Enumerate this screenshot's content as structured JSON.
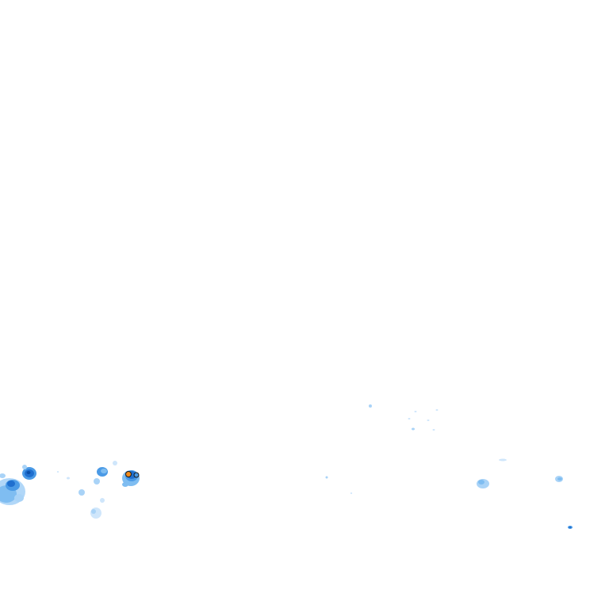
{
  "radar_layer": {
    "background": "#ffffff",
    "intensity_colors": {
      "very_light": "#cfe6fb",
      "light": "#a9d3f7",
      "light_moderate": "#7fbdf1",
      "moderate": "#4a9ae6",
      "heavy": "#1f6fcf",
      "very_heavy": "#0b4fa8",
      "intense": "#f08a1c",
      "core": "#1a1a1a"
    },
    "cells": [
      {
        "id": "west-edge-cluster",
        "max_intensity": "heavy"
      },
      {
        "id": "west-small-cell",
        "max_intensity": "very_heavy"
      },
      {
        "id": "center-west-cell",
        "max_intensity": "light_moderate"
      },
      {
        "id": "center-west-scatter",
        "max_intensity": "light"
      },
      {
        "id": "core-storm-cell",
        "max_intensity": "intense"
      },
      {
        "id": "scattered-specks-center",
        "max_intensity": "very_light"
      },
      {
        "id": "east-cell",
        "max_intensity": "light_moderate"
      },
      {
        "id": "far-east-cell",
        "max_intensity": "light_moderate"
      },
      {
        "id": "far-east-small",
        "max_intensity": "heavy"
      }
    ]
  }
}
